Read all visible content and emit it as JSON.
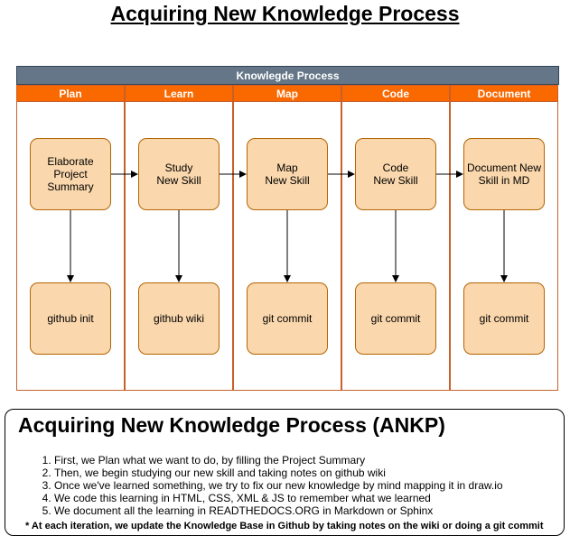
{
  "title": "Acquiring New Knowledge Process",
  "pool": {
    "header": "Knowlegde Process",
    "lanes": [
      {
        "label": "Plan",
        "step": "Elaborate\nProject\nSummary",
        "commit": "github init"
      },
      {
        "label": "Learn",
        "step": "Study\nNew Skill",
        "commit": "github wiki"
      },
      {
        "label": "Map",
        "step": "Map\nNew Skill",
        "commit": "git commit"
      },
      {
        "label": "Code",
        "step": "Code\nNew Skill",
        "commit": "git commit"
      },
      {
        "label": "Document",
        "step": "Document New\nSkill in MD",
        "commit": "git commit"
      }
    ],
    "colors": {
      "header_fill": "#647687",
      "lane_header_fill": "#fa6800",
      "node_fill": "#fad7ac",
      "node_stroke": "#b46504"
    }
  },
  "info": {
    "title": "Acquiring New Knowledge Process (ANKP)",
    "items": [
      "First, we Plan what we want to do, by filling the Project Summary",
      "Then, we begin  studying our new skill and taking notes on github wiki",
      "Once we've learned something, we try to fix our new knowledge by mind mapping it in draw.io",
      "We code this learning in HTML, CSS, XML & JS to remember what we learned",
      "We document all the learning in READTHEDOCS.ORG in Markdown or Sphinx"
    ],
    "note": "* At each iteration, we update the Knowledge Base in Github by taking notes on the wiki or doing a git commit"
  }
}
